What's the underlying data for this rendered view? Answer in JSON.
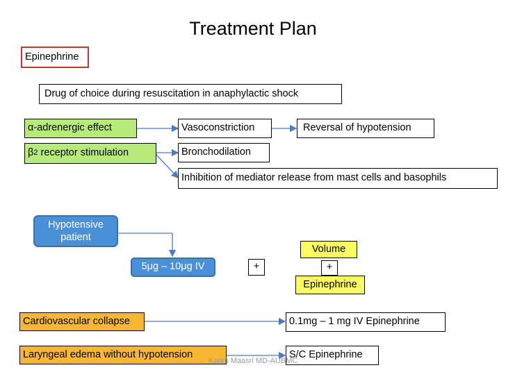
{
  "title": "Treatment Plan",
  "labels": {
    "epinephrine": "Epinephrine",
    "drug_of_choice": "Drug of choice during resuscitation in anaphylactic shock",
    "alpha_effect": "α-adrenergic effect",
    "beta_prefix": "β",
    "beta_sub": "2",
    "beta_rest": " receptor stimulation",
    "vasoconstriction": "Vasoconstriction",
    "reversal": "Reversal of hypotension",
    "bronchodilation": "Bronchodilation",
    "inhibition": "Inhibition of mediator release from mast cells and basophils",
    "hypotensive_line1": "Hypotensive",
    "hypotensive_line2": "patient",
    "dose_iv": "5μg – 10μg IV",
    "plus_left": "+",
    "volume": "Volume",
    "plus_center": "+",
    "epinephrine_yellow": "Epinephrine",
    "cardio_collapse": "Cardiovascular collapse",
    "cardio_dose": "0.1mg – 1 mg IV Epinephrine",
    "laryngeal": "Laryngeal edema without hypotension",
    "sc_epinephrine": "S/C Epinephrine"
  },
  "footer": "Karim Maasri MD-AUBMC",
  "colors": {
    "green": "#b6ea7a",
    "orange": "#f7b733",
    "yellow": "#fbfb63",
    "blue": "#4a90d9",
    "red_border": "#c0392b",
    "arrow": "#4a7bc8"
  }
}
